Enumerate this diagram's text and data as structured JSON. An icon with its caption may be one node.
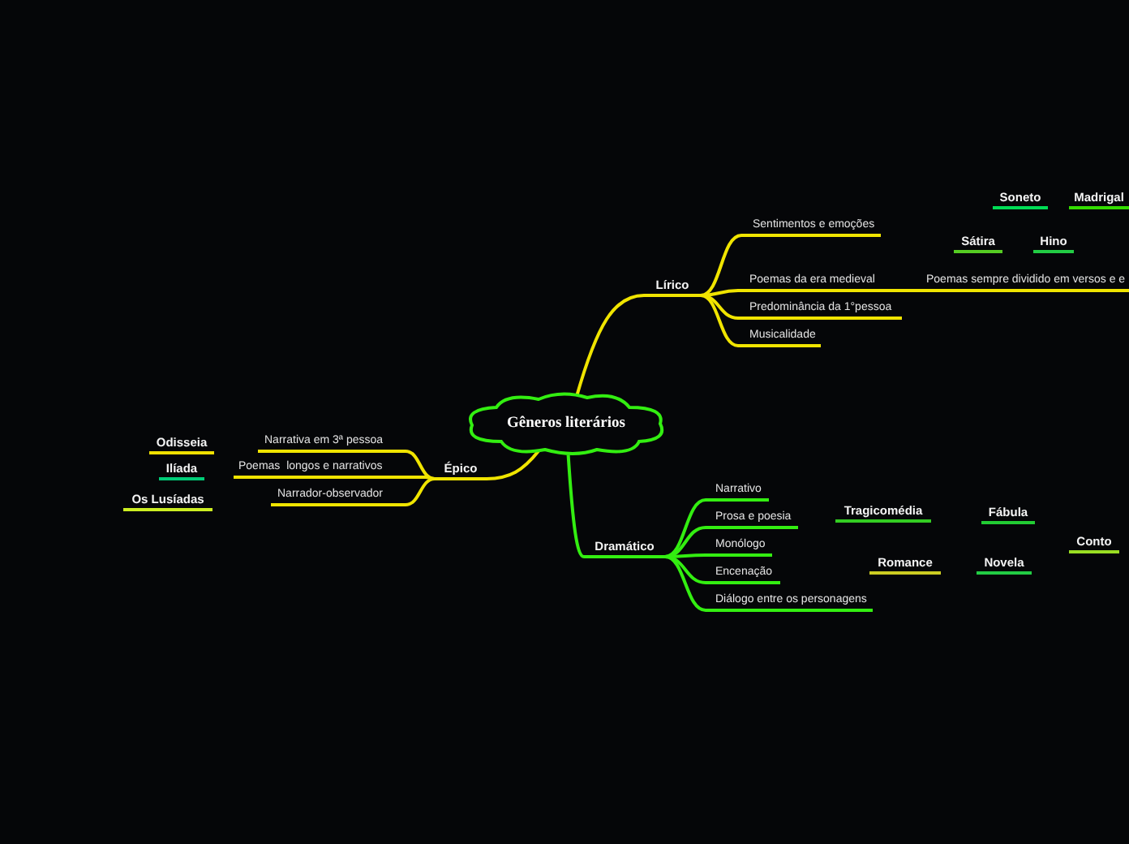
{
  "diagram": {
    "nodes": [
      {
        "text": [
          "Gêneros literários"
        ]
      },
      {
        "text": [
          "Lírico"
        ]
      },
      {
        "text": [
          "Sentimentos e emoções"
        ]
      },
      {
        "text": [
          "Poemas da era medieval"
        ]
      },
      {
        "text": [
          "Poemas sempre dividido em versos e e"
        ]
      },
      {
        "text": [
          "Predominância da 1°pessoa"
        ]
      },
      {
        "text": [
          "Musicalidade"
        ]
      },
      {
        "text": [
          "Épico"
        ]
      },
      {
        "text": [
          "Narrativa em 3ª pessoa"
        ]
      },
      {
        "text": [
          "Poemas  longos e narrativos"
        ]
      },
      {
        "text": [
          "Narrador-observador"
        ]
      },
      {
        "text": [
          "Dramático"
        ]
      },
      {
        "text": [
          "Narrativo"
        ]
      },
      {
        "text": [
          "Prosa e poesia"
        ]
      },
      {
        "text": [
          "Monólogo"
        ]
      },
      {
        "text": [
          "Encenação"
        ]
      },
      {
        "text": [
          "Diálogo entre os personagens"
        ]
      },
      {
        "text": [
          "Soneto"
        ]
      },
      {
        "text": [
          "Madrigal"
        ]
      },
      {
        "text": [
          "Sátira"
        ]
      },
      {
        "text": [
          "Hino"
        ]
      },
      {
        "text": [
          "Odisseia"
        ]
      },
      {
        "text": [
          "Ilíada"
        ]
      },
      {
        "text": [
          "Os Lusíadas"
        ]
      },
      {
        "text": [
          "Tragicomédia"
        ]
      },
      {
        "text": [
          "Fábula"
        ]
      },
      {
        "text": [
          "Conto"
        ]
      },
      {
        "text": [
          "Romance"
        ]
      },
      {
        "text": [
          "Novela"
        ]
      }
    ],
    "edges": [
      {
        "from": 0,
        "to": 1,
        "arrow": "none"
      },
      {
        "from": 1,
        "to": 2,
        "arrow": "none"
      },
      {
        "from": 1,
        "to": 3,
        "arrow": "none"
      },
      {
        "from": 3,
        "to": 4,
        "arrow": "none"
      },
      {
        "from": 1,
        "to": 5,
        "arrow": "none"
      },
      {
        "from": 1,
        "to": 6,
        "arrow": "none"
      },
      {
        "from": 0,
        "to": 7,
        "arrow": "none"
      },
      {
        "from": 7,
        "to": 8,
        "arrow": "none"
      },
      {
        "from": 7,
        "to": 9,
        "arrow": "none"
      },
      {
        "from": 7,
        "to": 10,
        "arrow": "none"
      },
      {
        "from": 0,
        "to": 11,
        "arrow": "none",
        "color": "#33ee11"
      },
      {
        "from": 11,
        "to": 12,
        "arrow": "none",
        "color": "#33ee11"
      },
      {
        "from": 11,
        "to": 13,
        "arrow": "none",
        "color": "#33ee11"
      },
      {
        "from": 11,
        "to": 14,
        "arrow": "none",
        "color": "#33ee11"
      },
      {
        "from": 11,
        "to": 15,
        "arrow": "none",
        "color": "#33ee11"
      },
      {
        "from": 11,
        "to": 16,
        "arrow": "none",
        "color": "#33ee11"
      }
    ]
  }
}
